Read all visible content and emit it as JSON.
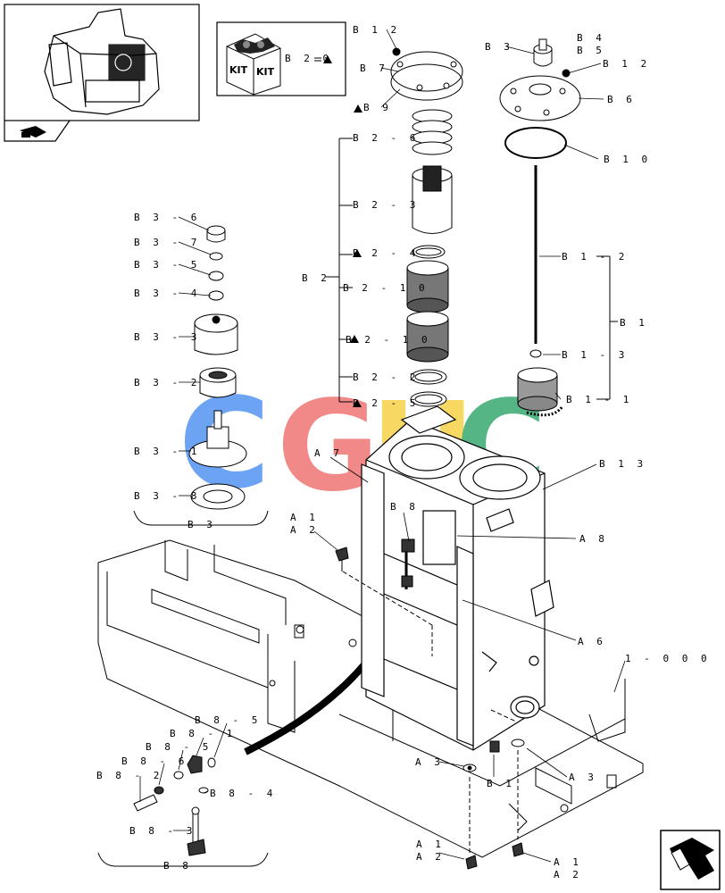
{
  "diagram": {
    "kit_label_1": "KIT",
    "kit_label_2": "KIT",
    "watermark": [
      "C",
      "G",
      "H",
      "C"
    ],
    "watermark_colors": [
      "#4d8ff0",
      "#f07070",
      "#f6d040",
      "#31a56a"
    ],
    "kit_ref": "B 2 0",
    "labels": {
      "b12_top": "B 1 2",
      "b7": "B 7",
      "b9": "B 9",
      "b3": "B 3",
      "b4": "B 4",
      "b5": "B 5",
      "b12_right": "B 1 2",
      "b6": "B 6",
      "b10": "B 1 0",
      "b2_6": "B 2 - 6",
      "b2_3": "B 2 - 3",
      "b2_4": "B 2 - 4",
      "b2": "B 2",
      "b2_10a": "B 2 - 1 0",
      "b2_10b": "B 2 - 1 0",
      "b2_2": "B 2 - 2",
      "b2_5": "B 2 - 5",
      "b1_2": "B 1 - 2",
      "b1": "B 1",
      "b1_3": "B 1 - 3",
      "b1_1": "B 1 - 1",
      "b3_6": "B 3 - 6",
      "b3_7": "B 3 - 7",
      "b3_5": "B 3 - 5",
      "b3_4": "B 3 - 4",
      "b3_3": "B 3 - 3",
      "b3_2": "B 3 - 2",
      "b3_1": "B 3 - 1",
      "b3_8": "B 3 - 8",
      "b3_group": "B 3",
      "a7": "A 7",
      "b13": "B 1 3",
      "b8": "B 8",
      "a8": "A 8",
      "a1_top": "A 1",
      "a2_top": "A 2",
      "a6": "A 6",
      "ref_1000": "1 - 0 0 0",
      "a3_left": "A 3",
      "b1_bottom": "B 1",
      "a3_right": "A 3",
      "a1_bl": "A 1",
      "a2_bl": "A 2",
      "a1_br": "A 1",
      "a2_br": "A 2",
      "b8_5a": "B 8 - 5",
      "b8_1": "B 8 - 1",
      "b8_5b": "B 8 - 5",
      "b8_6": "B 8 - 6",
      "b8_2": "B 8 - 2",
      "b8_4": "B 8 - 4",
      "b8_3": "B 8 - 3",
      "b8_group": "B 8"
    }
  }
}
